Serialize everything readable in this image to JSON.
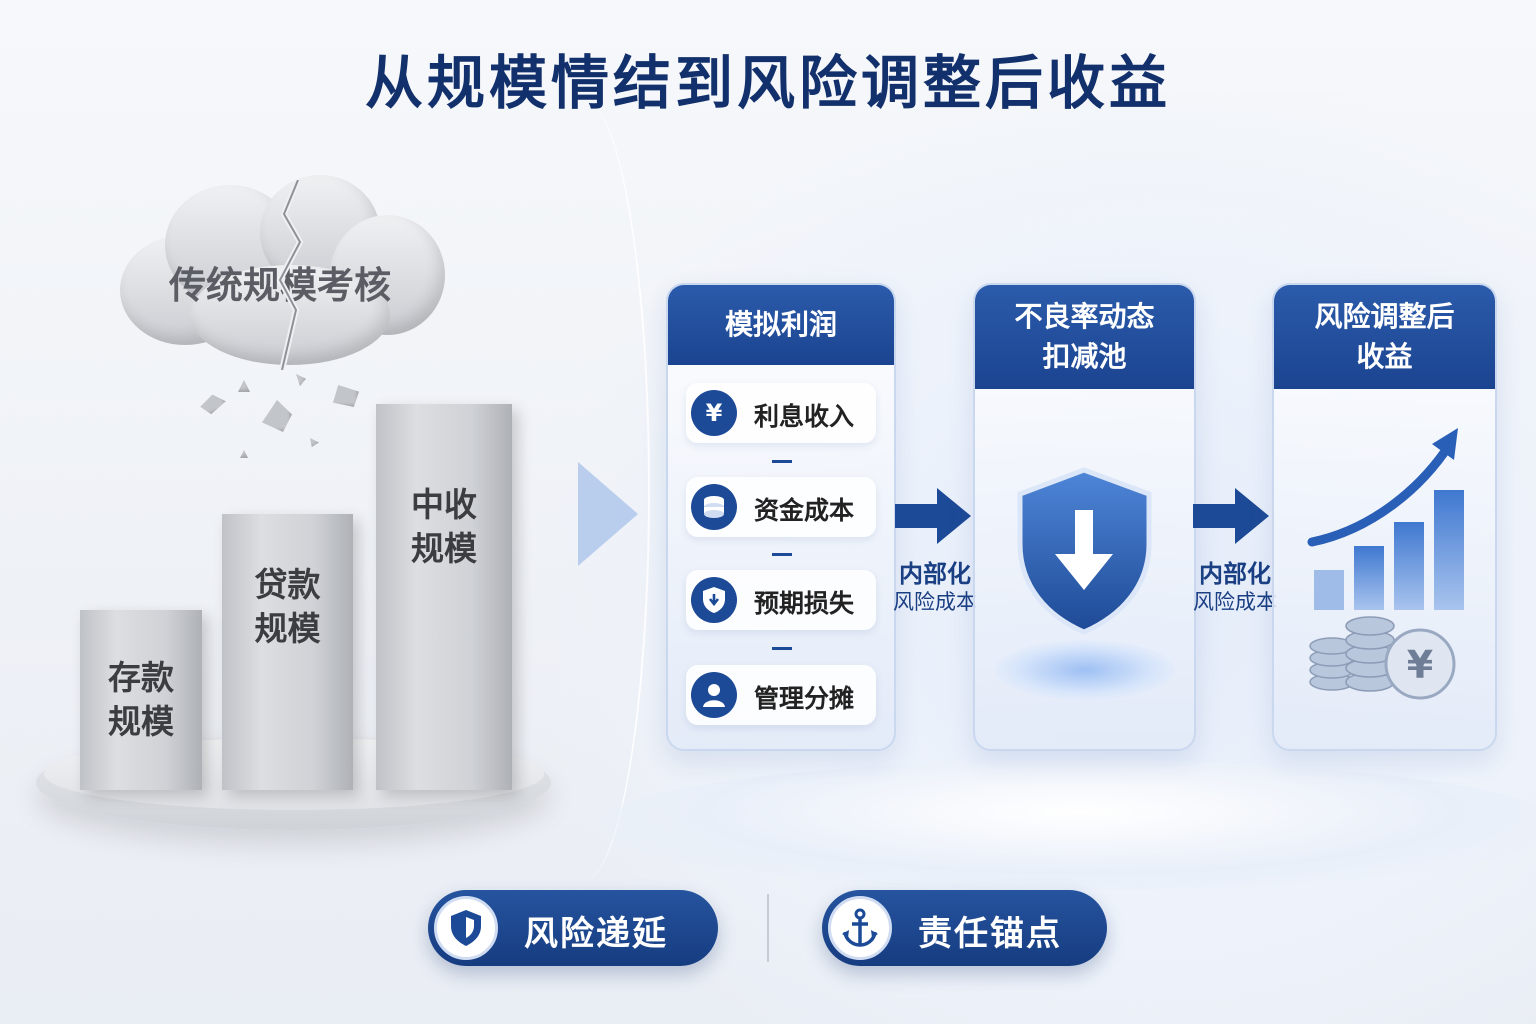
{
  "title": "从规模情结到风险调整后收益",
  "legacy": {
    "cloud_label": "传统规模考核",
    "pillars": [
      {
        "line1": "存款",
        "line2": "规模"
      },
      {
        "line1": "贷款",
        "line2": "规模"
      },
      {
        "line1": "中收",
        "line2": "规模"
      }
    ]
  },
  "cards": {
    "simulated_profit": {
      "title": "模拟利润",
      "items": [
        {
          "label": "利息收入",
          "icon": "yen-icon"
        },
        {
          "label": "资金成本",
          "icon": "coin-stack-icon"
        },
        {
          "label": "预期损失",
          "icon": "shield-down-icon"
        },
        {
          "label": "管理分摊",
          "icon": "person-icon"
        }
      ],
      "operator": "—"
    },
    "npl_pool": {
      "title_line1": "不良率动态",
      "title_line2": "扣减池",
      "icon": "shield-down-icon"
    },
    "risk_adjusted": {
      "title_line1": "风险调整后",
      "title_line2": "收益",
      "icon": "growth-chart-icon"
    }
  },
  "links": [
    {
      "line1": "内部化",
      "line2": "风险成本"
    },
    {
      "line1": "内部化",
      "line2": "风险成本"
    }
  ],
  "badges": [
    {
      "label": "风险递延",
      "icon": "shield-icon"
    },
    {
      "label": "责任锚点",
      "icon": "anchor-icon"
    }
  ],
  "colors": {
    "primary": "#1d4a96",
    "title": "#12306b",
    "accent_light": "#c9d7ef"
  }
}
